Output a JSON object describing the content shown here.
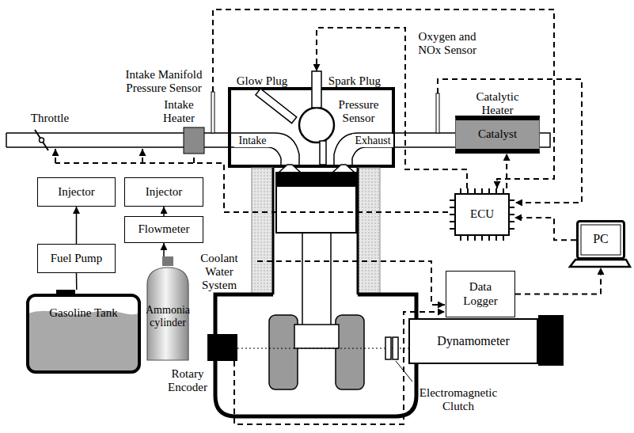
{
  "diagram": {
    "nodes": [
      {
        "text": [
          "Injector"
        ]
      },
      {
        "text": [
          "Injector"
        ]
      },
      {
        "text": [
          "Fuel Pump"
        ]
      },
      {
        "text": [
          "Flowmeter"
        ]
      },
      {
        "text": [
          "Gasoline Tank"
        ]
      },
      {
        "text": [
          "Ammonia cylinder"
        ]
      },
      {
        "text": [
          "ECU"
        ]
      },
      {
        "text": [
          "Data Logger"
        ]
      },
      {
        "text": [
          "PC"
        ]
      },
      {
        "text": [
          "Dynamometer"
        ]
      },
      {
        "text": [
          "Catalytic Heater",
          "Catalyst"
        ]
      }
    ],
    "edges": [
      {
        "from": 4,
        "to": 2,
        "arrow": "none"
      },
      {
        "from": 2,
        "to": 0,
        "arrow": "to"
      },
      {
        "from": 5,
        "to": 3,
        "arrow": "to"
      },
      {
        "from": 3,
        "to": 1,
        "arrow": "to"
      },
      {
        "from": 8,
        "to": 6,
        "arrow": "to"
      },
      {
        "from": 7,
        "to": 8,
        "arrow": "to"
      },
      {
        "from": 6,
        "to": 10,
        "arrow": "to"
      }
    ],
    "labels": [
      "Throttle",
      "Intake Manifold Pressure Sensor",
      "Intake Heater",
      "Glow Plug",
      "Spark Plug",
      "Pressure Sensor",
      "Intake",
      "Exhaust",
      "Oxygen and NOx Sensor",
      "Coolant Water System",
      "Rotary Encoder",
      "Electromagnetic Clutch"
    ]
  }
}
